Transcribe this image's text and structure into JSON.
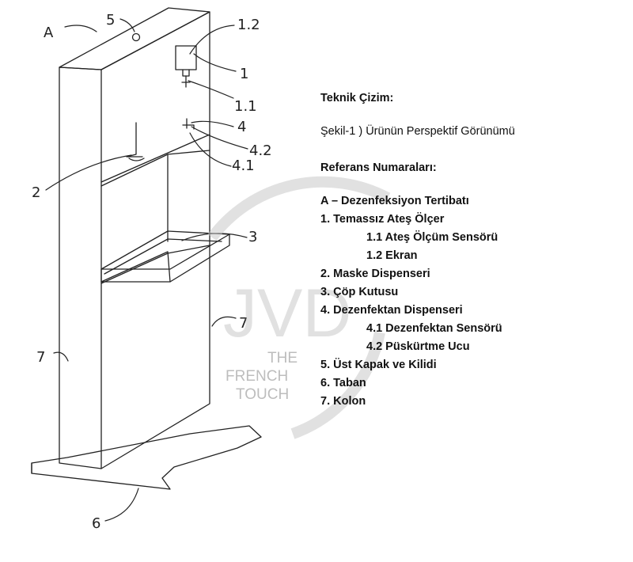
{
  "callouts": {
    "A": "A",
    "c5": "5",
    "c1_2": "1.2",
    "c1": "1",
    "c1_1": "1.1",
    "c4": "4",
    "c4_2": "4.2",
    "c4_1": "4.1",
    "c2": "2",
    "c3": "3",
    "c7_right": "7",
    "c7_left": "7",
    "c6": "6"
  },
  "legend": {
    "drawing_title": "Teknik Çizim:",
    "figure_caption": "Şekil-1 ) Ürünün Perspektif Görünümü",
    "references_title": "Referans Numaraları:",
    "items": [
      "A – Dezenfeksiyon Tertibatı",
      "1. Temassız Ateş Ölçer",
      "1.1 Ateş Ölçüm Sensörü",
      "1.2 Ekran",
      "2. Maske Dispenseri",
      "3. Çöp Kutusu",
      "4. Dezenfektan Dispenseri",
      "4.1 Dezenfektan Sensörü",
      "4.2 Püskürtme Ucu",
      "5. Üst Kapak ve Kilidi",
      "6. Taban",
      "7. Kolon"
    ]
  },
  "watermark": {
    "logo_letters": "JVD",
    "line1": "THE",
    "line2": "FRENCH",
    "line3": "TOUCH",
    "color": "#bdbdbd"
  },
  "colors": {
    "ink": "#222222",
    "background": "#ffffff"
  }
}
